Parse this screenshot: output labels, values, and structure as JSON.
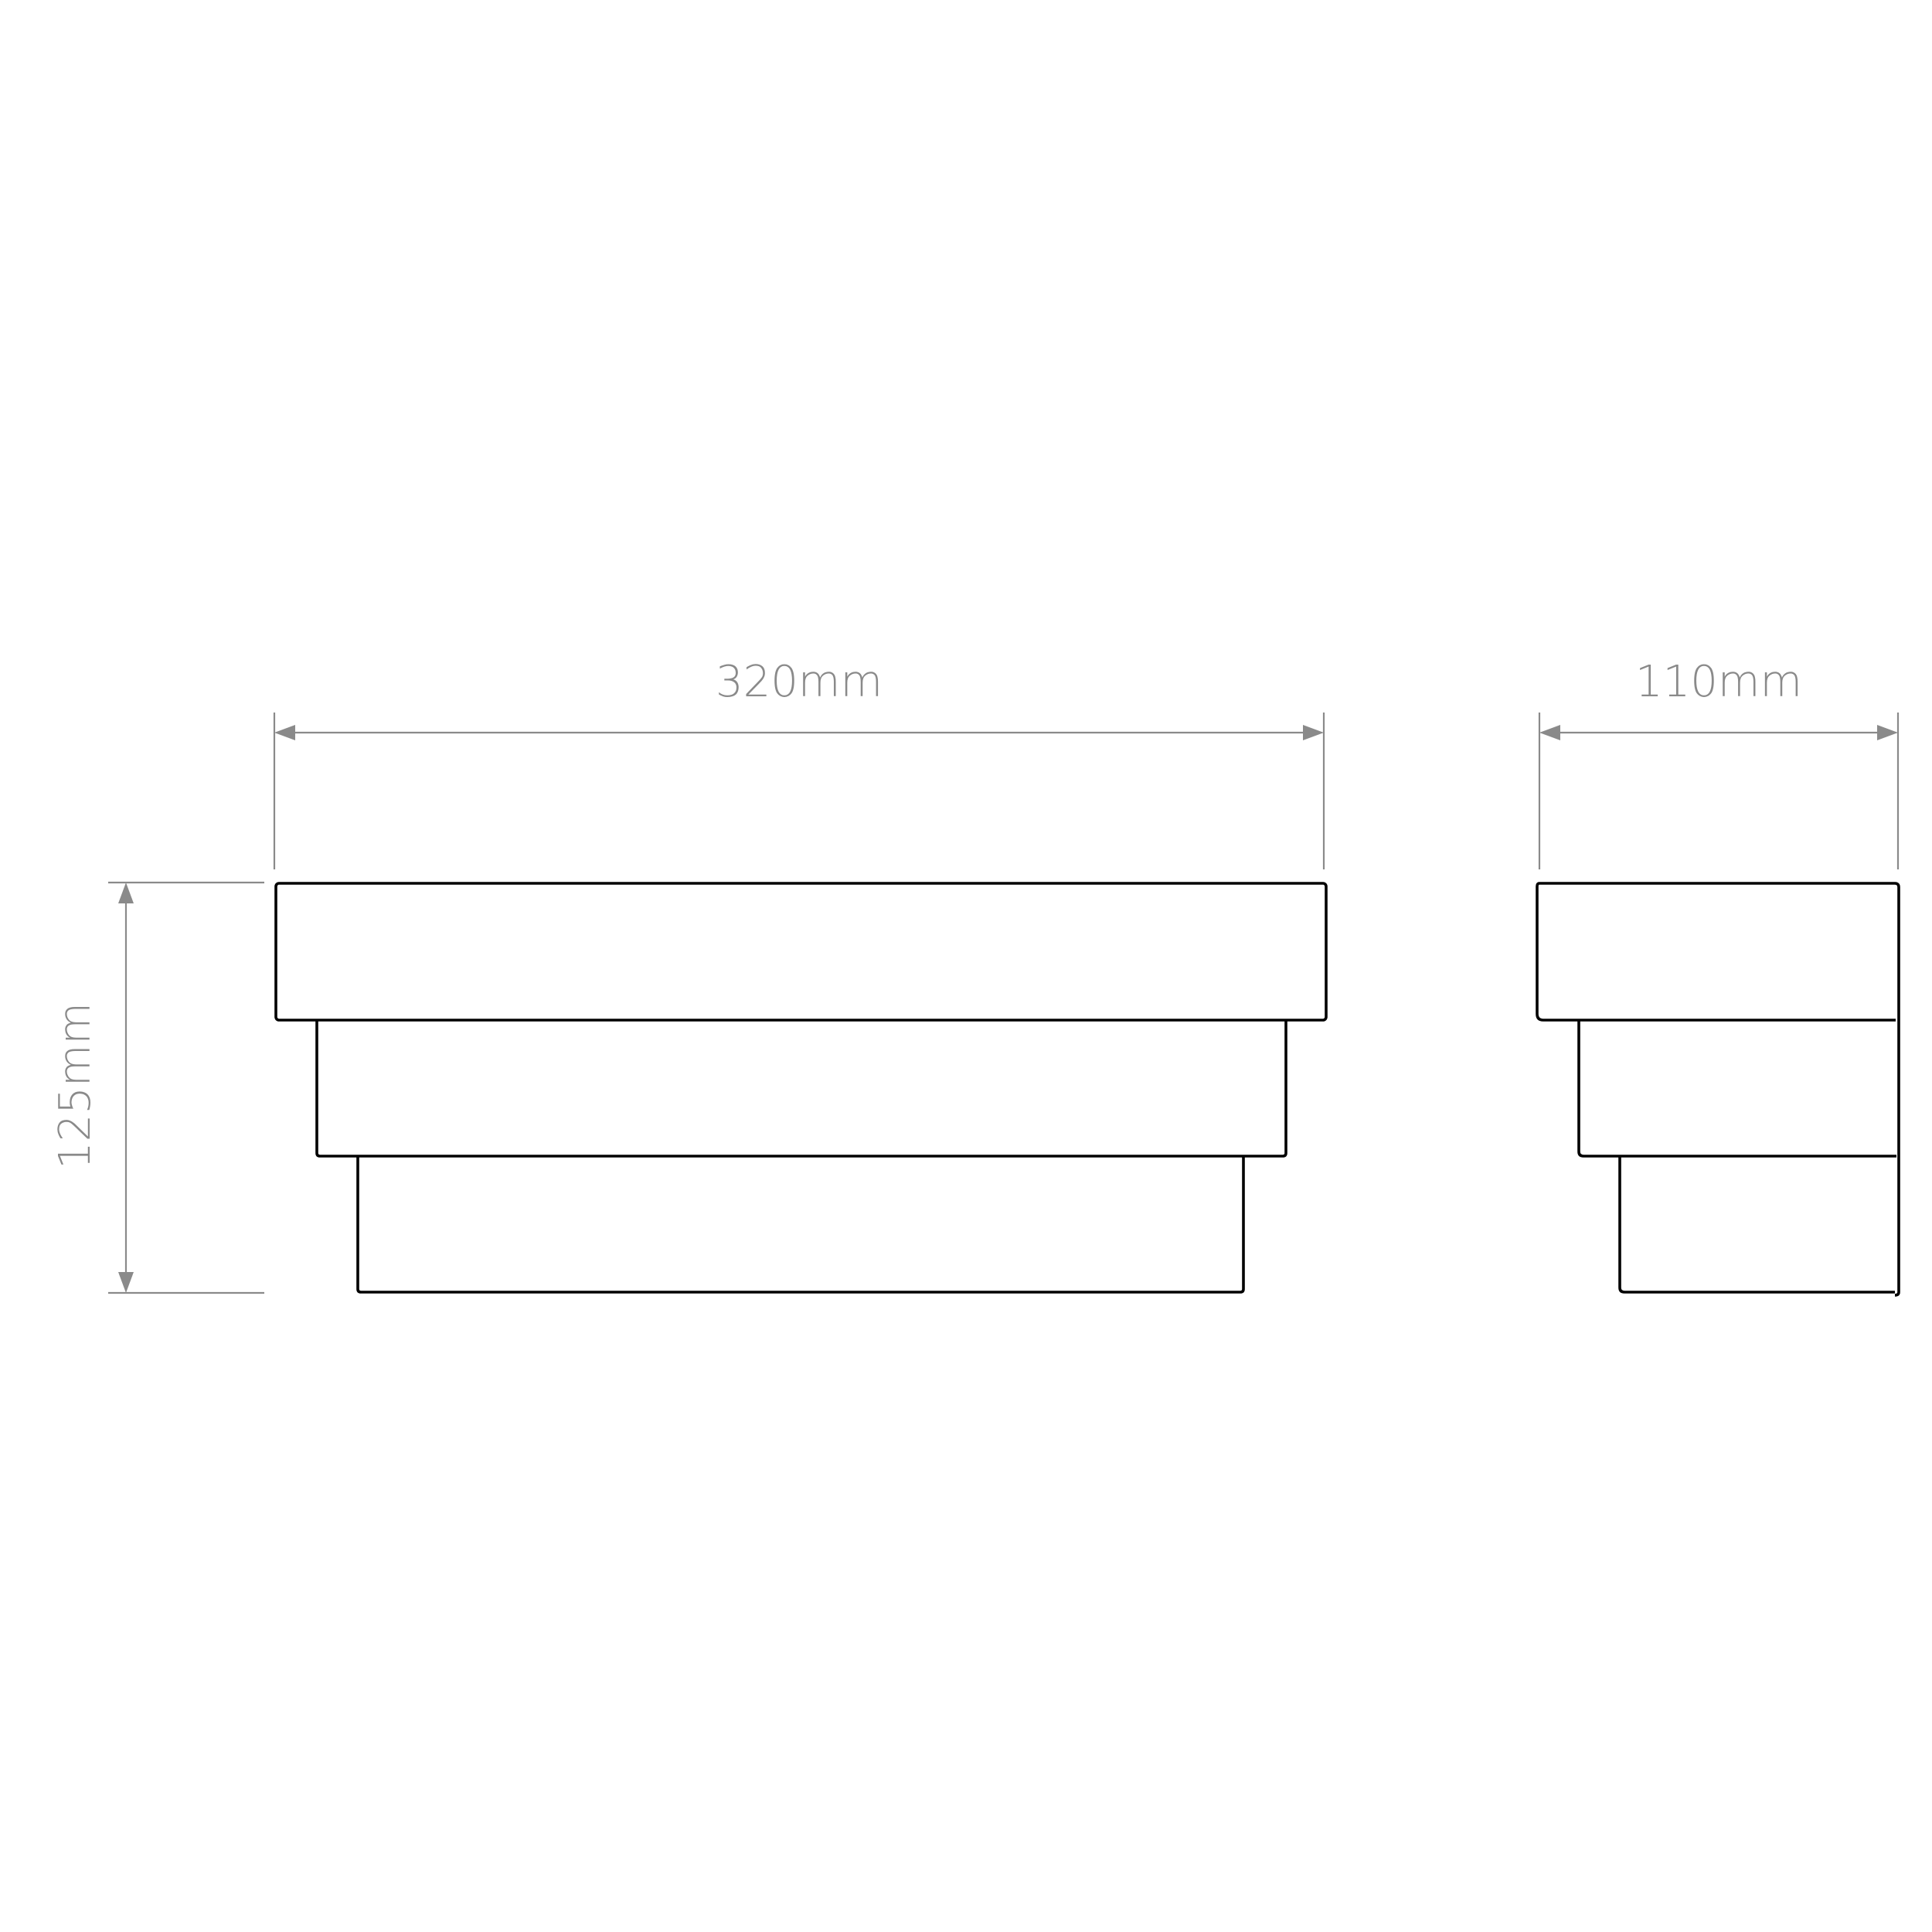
{
  "dimensions": {
    "width_label": "320mm",
    "depth_label": "110mm",
    "height_label": "125mm"
  },
  "colors": {
    "outline": "#000000",
    "dimension": "#8a8a8a",
    "background": "#ffffff"
  },
  "views": [
    "front-view",
    "side-view"
  ]
}
